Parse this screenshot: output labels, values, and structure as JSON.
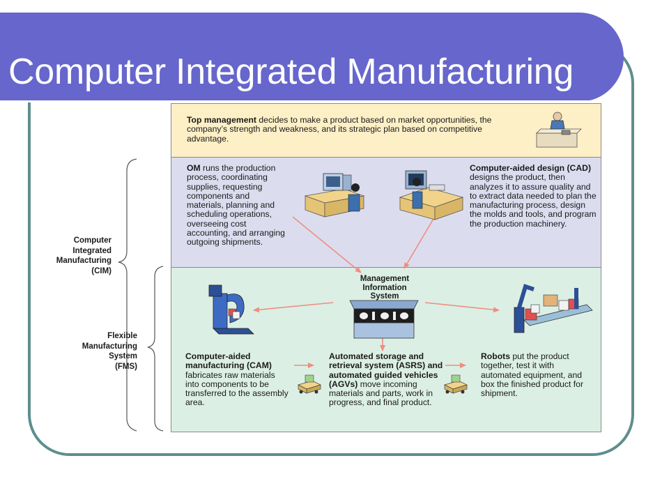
{
  "slide": {
    "title": "Computer Integrated Manufacturing"
  },
  "side_labels": {
    "cim": [
      "Computer",
      "Integrated",
      "Manufacturing",
      "(CIM)"
    ],
    "fms": [
      "Flexible",
      "Manufacturing",
      "System",
      "(FMS)"
    ]
  },
  "blocks": {
    "top_management": {
      "heading": "Top management",
      "body": " decides to make a product based on market opportunities, the company’s strength and weakness, and its strategic plan based on competitive advantage."
    },
    "om": {
      "heading": "OM",
      "body": " runs the production process, coordinating supplies, requesting components and materials, planning and scheduling operations, overseeing cost accounting, and arranging outgoing shipments."
    },
    "cad": {
      "heading": "Computer-aided design (CAD)",
      "body": " designs the product, then analyzes it to assure quality and to extract data needed to plan the manufacturing process, design the molds and tools, and program the production machinery."
    },
    "mis": {
      "lines": [
        "Management",
        "Information",
        "System"
      ]
    },
    "cam": {
      "heading": "Computer-aided manufacturing (CAM)",
      "body": " fabricates raw materials into components to be transferred to the assembly area."
    },
    "asrs": {
      "heading": "Automated storage and retrieval system (ASRS) and automated guided vehicles (AGVs)",
      "body": " move incoming materials and parts, work in progress, and final product."
    },
    "robots": {
      "heading": "Robots",
      "body": " put the product together, test it with automated equipment, and box the finished product for shipment."
    }
  },
  "colors": {
    "title_bar": "#6666cc",
    "frame": "#5e8e8e",
    "band_top": "#fdefc6",
    "band_mid": "#dcdcef",
    "band_bottom": "#dcefe4",
    "arrow": "#f08d80"
  },
  "icons": [
    "manager-at-desk-icon",
    "computer-workstation-icon",
    "cad-workstation-icon",
    "cnc-machine-icon",
    "mis-mainframe-icon",
    "robot-arm-icon",
    "agv-cart-icon"
  ]
}
